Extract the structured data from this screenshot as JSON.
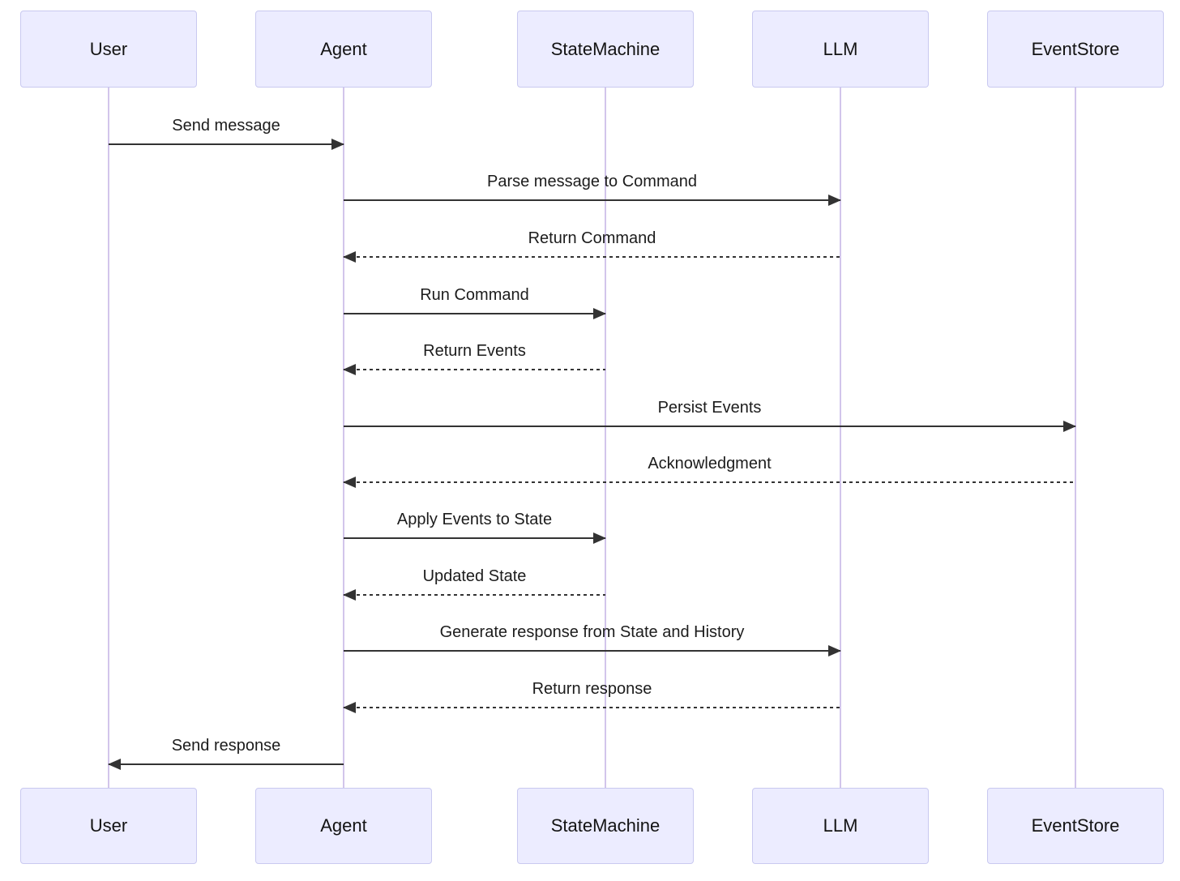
{
  "diagram": {
    "type": "sequence-diagram",
    "actors": [
      {
        "id": "user",
        "name": "User"
      },
      {
        "id": "agent",
        "name": "Agent"
      },
      {
        "id": "statemachine",
        "name": "StateMachine"
      },
      {
        "id": "llm",
        "name": "LLM"
      },
      {
        "id": "eventstore",
        "name": "EventStore"
      }
    ],
    "messages": [
      {
        "from": "User",
        "to": "Agent",
        "label": "Send message",
        "style": "solid"
      },
      {
        "from": "Agent",
        "to": "LLM",
        "label": "Parse message to Command",
        "style": "solid"
      },
      {
        "from": "LLM",
        "to": "Agent",
        "label": "Return Command",
        "style": "dashed"
      },
      {
        "from": "Agent",
        "to": "StateMachine",
        "label": "Run Command",
        "style": "solid"
      },
      {
        "from": "StateMachine",
        "to": "Agent",
        "label": "Return Events",
        "style": "dashed"
      },
      {
        "from": "Agent",
        "to": "EventStore",
        "label": "Persist Events",
        "style": "solid"
      },
      {
        "from": "EventStore",
        "to": "Agent",
        "label": "Acknowledgment",
        "style": "dashed"
      },
      {
        "from": "Agent",
        "to": "StateMachine",
        "label": "Apply Events to State",
        "style": "solid"
      },
      {
        "from": "StateMachine",
        "to": "Agent",
        "label": "Updated State",
        "style": "dashed"
      },
      {
        "from": "Agent",
        "to": "LLM",
        "label": "Generate response from State and History",
        "style": "solid"
      },
      {
        "from": "LLM",
        "to": "Agent",
        "label": "Return response",
        "style": "dashed"
      },
      {
        "from": "Agent",
        "to": "User",
        "label": "Send response",
        "style": "solid"
      }
    ],
    "colors": {
      "actor_fill": "#ECECFF",
      "actor_border": "#C9C9F0",
      "lifeline": "#D2C5EB",
      "arrow": "#333333",
      "text": "#1C1C1C",
      "background": "#FFFFFF"
    }
  }
}
